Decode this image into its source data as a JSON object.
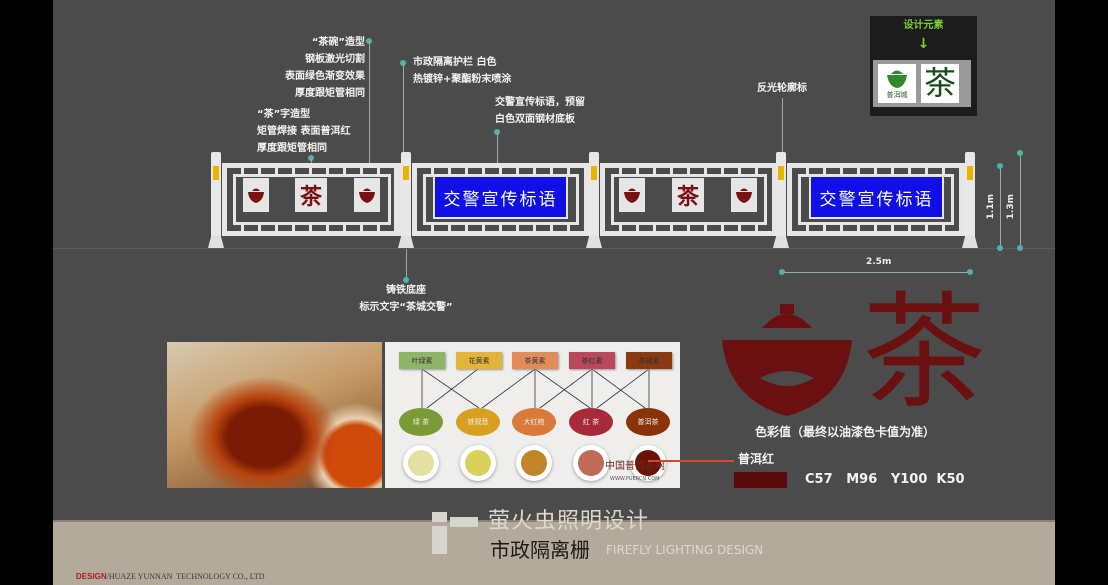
{
  "annotations": {
    "bowl_shape": [
      "“茶碗”造型",
      "钢板激光切割",
      "表面绿色渐变效果",
      "厚度跟矩管相同"
    ],
    "char_shape": [
      "“茶”字造型",
      "矩管焊接 表面普洱红",
      "厚度跟矩管相同"
    ],
    "railing": [
      "市政隔离护栏  白色",
      "热镀锌+聚酯粉末喷涂"
    ],
    "slogan_board": [
      "交警宣传标语，预留",
      "白色双面钢材底板"
    ],
    "reflector": "反光轮廓标",
    "base": [
      "铸铁底座",
      "标示文字“茶城交警”"
    ]
  },
  "fence": {
    "sign_text": "交警宣传标语",
    "motif_char": "茶"
  },
  "dimensions": {
    "height_inner": "1.1m",
    "height_total": "1.3m",
    "width": "2.5m"
  },
  "design_elements": {
    "title": "设计元素",
    "arrow": "↓",
    "logo_char": "茶",
    "logo_text": "普洱城"
  },
  "tea_chart": {
    "pigments": [
      "叶绿素",
      "花黄素",
      "茶黄素",
      "茶红素",
      "茶褐素"
    ],
    "teas": [
      "绿 茶",
      "铁观音",
      "大红袍",
      "红 茶",
      "普洱茶"
    ],
    "watermark": "中国普洱茶网",
    "watermark_url": "WWW.PUERCN.COM"
  },
  "color_spec": {
    "heading": "色彩值（最终以油漆色卡值为准）",
    "name": "普洱红",
    "cmyk": "C57   M96   Y100  K50",
    "swatch": "#5a0a0a"
  },
  "big_logo": {
    "char": "茶",
    "color": "#6b1010"
  },
  "branding": {
    "company_cn": "萤火虫照明设计",
    "company_en": "FIREFLY LIGHTING DESIGN",
    "page_title": "市政隔离栅",
    "footer_prefix": "DESIGN",
    "footer_rest": "/HUAZE YUNNAN  TECHNOLOGY CO., LTD"
  }
}
